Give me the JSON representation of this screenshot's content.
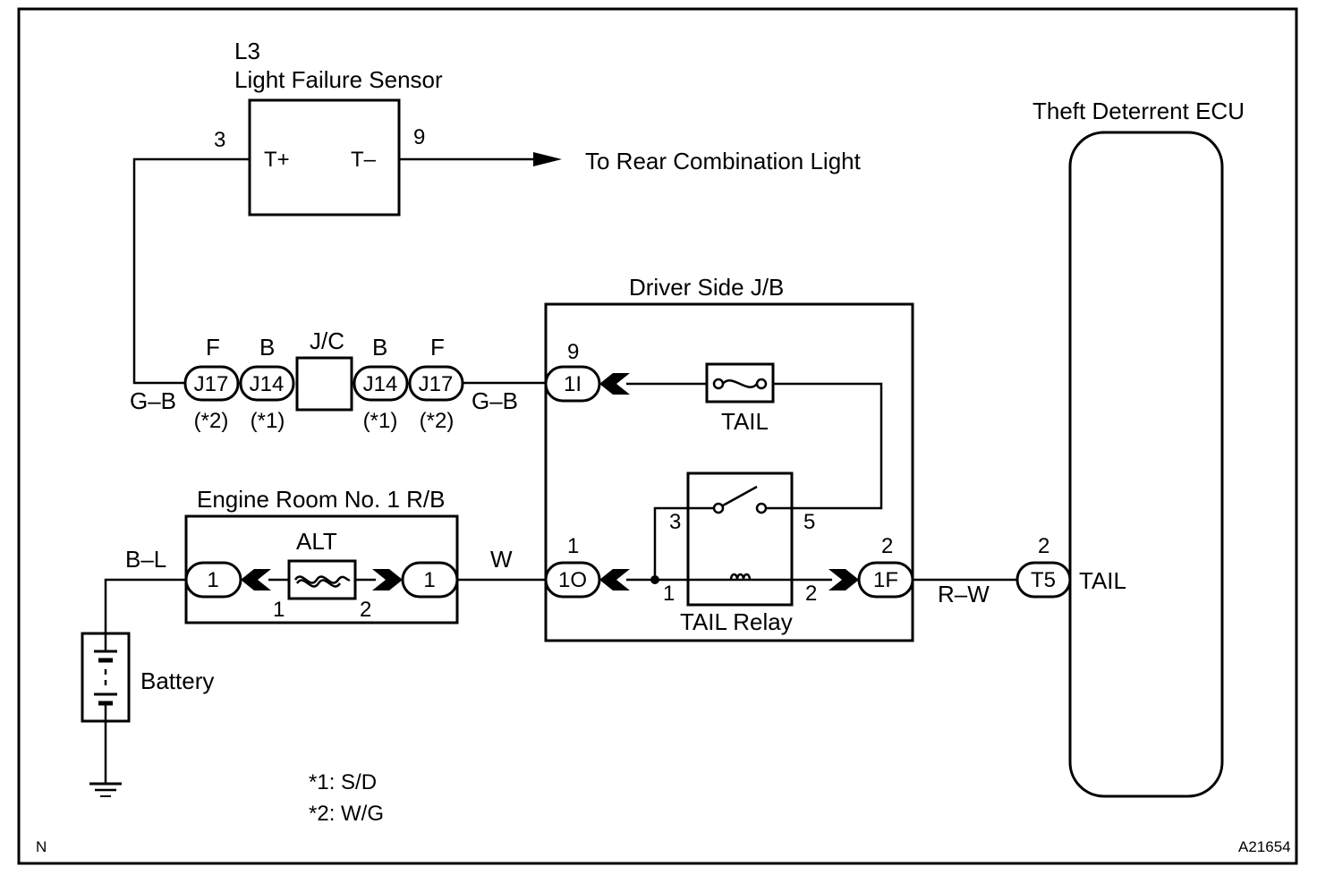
{
  "sensor": {
    "code": "L3",
    "name": "Light Failure Sensor",
    "pin_in": "3",
    "pin_out": "9",
    "term_plus": "T+",
    "term_minus": "T–"
  },
  "rear_light": "To Rear Combination Light",
  "ecu": {
    "name": "Theft Deterrent ECU",
    "pin": "2",
    "connector": "T5",
    "terminal": "TAIL"
  },
  "junction_block": {
    "title": "Driver Side J/B",
    "fuse": "TAIL",
    "relay": "TAIL Relay",
    "conn_1i": "1I",
    "conn_1i_pin": "9",
    "conn_1o": "1O",
    "conn_1o_pin": "1",
    "conn_1f": "1F",
    "conn_1f_pin": "2",
    "relay_pin3": "3",
    "relay_pin5": "5",
    "relay_pin1": "1",
    "relay_pin2": "2"
  },
  "relay_box": {
    "title": "Engine Room No. 1 R/B",
    "fuse": "ALT",
    "left_conn": "1",
    "right_conn": "1",
    "pin1": "1",
    "pin2": "2"
  },
  "jc": {
    "title": "J/C",
    "connectors": [
      {
        "top": "F",
        "name": "J17",
        "note": "(*2)"
      },
      {
        "top": "B",
        "name": "J14",
        "note": "(*1)"
      },
      {
        "top": "B",
        "name": "J14",
        "note": "(*1)"
      },
      {
        "top": "F",
        "name": "J17",
        "note": "(*2)"
      }
    ]
  },
  "wires": {
    "gb_left": "G–B",
    "gb_right": "G–B",
    "bl": "B–L",
    "w": "W",
    "rw": "R–W"
  },
  "battery": "Battery",
  "notes": [
    "*1: S/D",
    "*2: W/G"
  ],
  "corner_left": "N",
  "corner_right": "A21654"
}
